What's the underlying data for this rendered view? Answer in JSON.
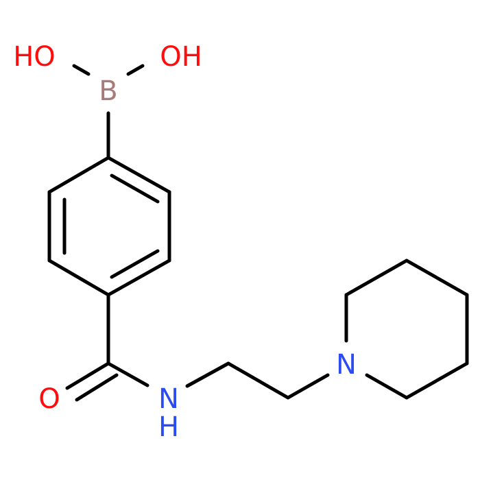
{
  "molecule": {
    "colors": {
      "bond": "#000000",
      "O": "#ff0d0d",
      "B": "#a87b7b",
      "N": "#2a4cf0"
    },
    "atoms": {
      "oh_left": "HO",
      "oh_right": "OH",
      "boron": "B",
      "carbonyl_o": "O",
      "amide_n": "N",
      "amide_h": "H",
      "ring_n": "N"
    }
  }
}
